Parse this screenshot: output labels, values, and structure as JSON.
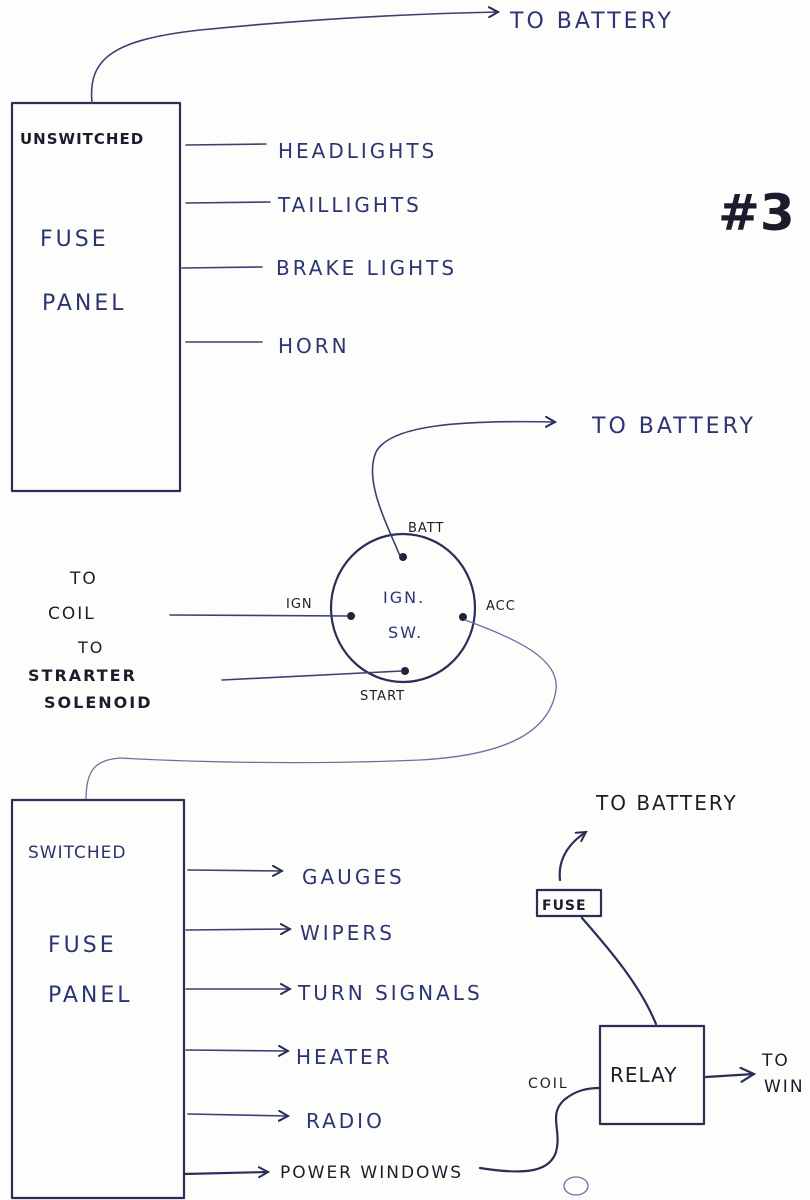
{
  "page_number": "#3",
  "unswitched_panel": {
    "header": "UNSWITCHED",
    "name_line1": "FUSE",
    "name_line2": "PANEL",
    "battery_label": "TO BATTERY",
    "outputs": [
      "HEADLIGHTS",
      "TAILLIGHTS",
      "BRAKE LIGHTS",
      "HORN"
    ]
  },
  "ignition_switch": {
    "name_line1": "IGN.",
    "name_line2": "SW.",
    "terminals": {
      "batt": "BATT",
      "ign": "IGN",
      "acc": "ACC",
      "start": "START"
    },
    "battery_label": "TO BATTERY",
    "coil_label_line1": "TO",
    "coil_label_line2": "COIL",
    "starter_label_line1": "TO",
    "starter_label_line2": "STRARTER",
    "starter_label_line3": "SOLENOID"
  },
  "switched_panel": {
    "header": "SWITCHED",
    "name_line1": "FUSE",
    "name_line2": "PANEL",
    "outputs": [
      "GAUGES",
      "WIPERS",
      "TURN SIGNALS",
      "HEATER",
      "RADIO",
      "POWER WINDOWS"
    ]
  },
  "relay_circuit": {
    "battery_label": "TO BATTERY",
    "fuse_label": "FUSE",
    "relay_label": "RELAY",
    "coil_label": "COIL",
    "output_label_line1": "TO",
    "output_label_line2": "WIN"
  }
}
